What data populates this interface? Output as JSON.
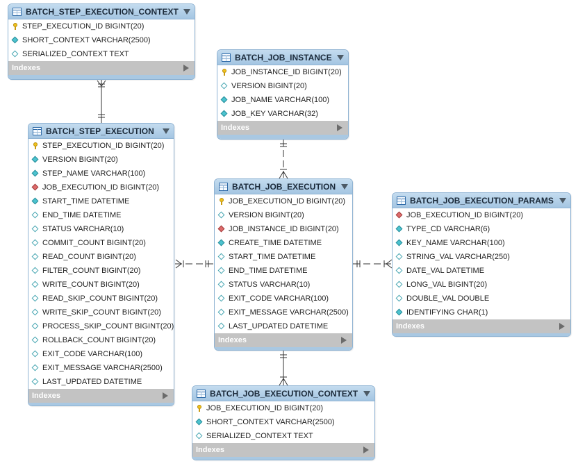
{
  "diagram": {
    "indexes_label": "Indexes",
    "tables": [
      {
        "name": "BATCH_STEP_EXECUTION_CONTEXT",
        "columns": [
          {
            "icon": "pk",
            "text": "STEP_EXECUTION_ID BIGINT(20)"
          },
          {
            "icon": "nn",
            "text": "SHORT_CONTEXT VARCHAR(2500)"
          },
          {
            "icon": "nul",
            "text": "SERIALIZED_CONTEXT TEXT"
          }
        ]
      },
      {
        "name": "BATCH_JOB_INSTANCE",
        "columns": [
          {
            "icon": "pk",
            "text": "JOB_INSTANCE_ID BIGINT(20)"
          },
          {
            "icon": "nul",
            "text": "VERSION BIGINT(20)"
          },
          {
            "icon": "nn",
            "text": "JOB_NAME VARCHAR(100)"
          },
          {
            "icon": "nn",
            "text": "JOB_KEY VARCHAR(32)"
          }
        ]
      },
      {
        "name": "BATCH_STEP_EXECUTION",
        "columns": [
          {
            "icon": "pk",
            "text": "STEP_EXECUTION_ID BIGINT(20)"
          },
          {
            "icon": "nn",
            "text": "VERSION BIGINT(20)"
          },
          {
            "icon": "nn",
            "text": "STEP_NAME VARCHAR(100)"
          },
          {
            "icon": "fk",
            "text": "JOB_EXECUTION_ID BIGINT(20)"
          },
          {
            "icon": "nn",
            "text": "START_TIME DATETIME"
          },
          {
            "icon": "nul",
            "text": "END_TIME DATETIME"
          },
          {
            "icon": "nul",
            "text": "STATUS VARCHAR(10)"
          },
          {
            "icon": "nul",
            "text": "COMMIT_COUNT BIGINT(20)"
          },
          {
            "icon": "nul",
            "text": "READ_COUNT BIGINT(20)"
          },
          {
            "icon": "nul",
            "text": "FILTER_COUNT BIGINT(20)"
          },
          {
            "icon": "nul",
            "text": "WRITE_COUNT BIGINT(20)"
          },
          {
            "icon": "nul",
            "text": "READ_SKIP_COUNT BIGINT(20)"
          },
          {
            "icon": "nul",
            "text": "WRITE_SKIP_COUNT BIGINT(20)"
          },
          {
            "icon": "nul",
            "text": "PROCESS_SKIP_COUNT BIGINT(20)"
          },
          {
            "icon": "nul",
            "text": "ROLLBACK_COUNT BIGINT(20)"
          },
          {
            "icon": "nul",
            "text": "EXIT_CODE VARCHAR(100)"
          },
          {
            "icon": "nul",
            "text": "EXIT_MESSAGE VARCHAR(2500)"
          },
          {
            "icon": "nul",
            "text": "LAST_UPDATED DATETIME"
          }
        ]
      },
      {
        "name": "BATCH_JOB_EXECUTION",
        "columns": [
          {
            "icon": "pk",
            "text": "JOB_EXECUTION_ID BIGINT(20)"
          },
          {
            "icon": "nul",
            "text": "VERSION BIGINT(20)"
          },
          {
            "icon": "fk",
            "text": "JOB_INSTANCE_ID BIGINT(20)"
          },
          {
            "icon": "nn",
            "text": "CREATE_TIME DATETIME"
          },
          {
            "icon": "nul",
            "text": "START_TIME DATETIME"
          },
          {
            "icon": "nul",
            "text": "END_TIME DATETIME"
          },
          {
            "icon": "nul",
            "text": "STATUS VARCHAR(10)"
          },
          {
            "icon": "nul",
            "text": "EXIT_CODE VARCHAR(100)"
          },
          {
            "icon": "nul",
            "text": "EXIT_MESSAGE VARCHAR(2500)"
          },
          {
            "icon": "nul",
            "text": "LAST_UPDATED DATETIME"
          }
        ]
      },
      {
        "name": "BATCH_JOB_EXECUTION_PARAMS",
        "columns": [
          {
            "icon": "fk",
            "text": "JOB_EXECUTION_ID BIGINT(20)"
          },
          {
            "icon": "nn",
            "text": "TYPE_CD VARCHAR(6)"
          },
          {
            "icon": "nn",
            "text": "KEY_NAME VARCHAR(100)"
          },
          {
            "icon": "nul",
            "text": "STRING_VAL VARCHAR(250)"
          },
          {
            "icon": "nul",
            "text": "DATE_VAL DATETIME"
          },
          {
            "icon": "nul",
            "text": "LONG_VAL BIGINT(20)"
          },
          {
            "icon": "nul",
            "text": "DOUBLE_VAL DOUBLE"
          },
          {
            "icon": "nn",
            "text": "IDENTIFYING CHAR(1)"
          }
        ]
      },
      {
        "name": "BATCH_JOB_EXECUTION_CONTEXT",
        "columns": [
          {
            "icon": "pk",
            "text": "JOB_EXECUTION_ID BIGINT(20)"
          },
          {
            "icon": "nn",
            "text": "SHORT_CONTEXT VARCHAR(2500)"
          },
          {
            "icon": "nul",
            "text": "SERIALIZED_CONTEXT TEXT"
          }
        ]
      }
    ]
  }
}
